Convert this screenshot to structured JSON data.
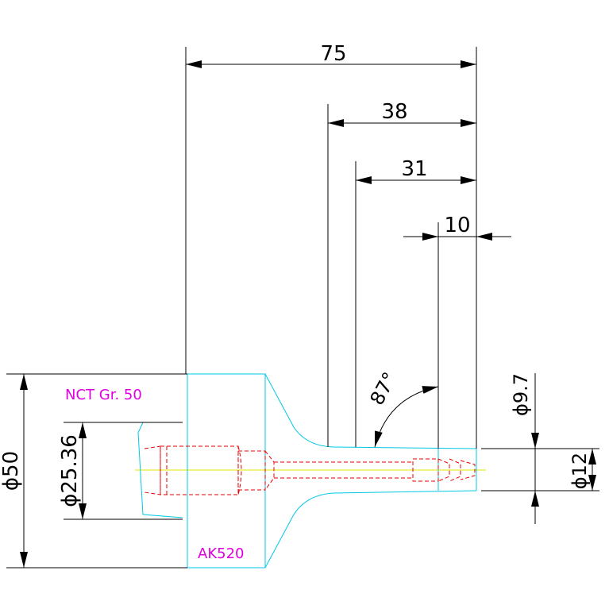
{
  "colors": {
    "background": "#ffffff",
    "dimension": "#000000",
    "outline": "#00c8e6",
    "hidden": "#e60000",
    "centerline": "#e6e600",
    "label": "#e000e0"
  },
  "dimensions": {
    "overall_length": "75",
    "length_38": "38",
    "length_31": "31",
    "length_10": "10",
    "angle": "87°",
    "bore_diameter": "ϕ9.7",
    "tip_diameter": "ϕ12",
    "flange_diameter": "ϕ50",
    "shank_diameter": "ϕ25.36"
  },
  "labels": {
    "taper": "NCT Gr. 50",
    "adapter": "AK520"
  }
}
